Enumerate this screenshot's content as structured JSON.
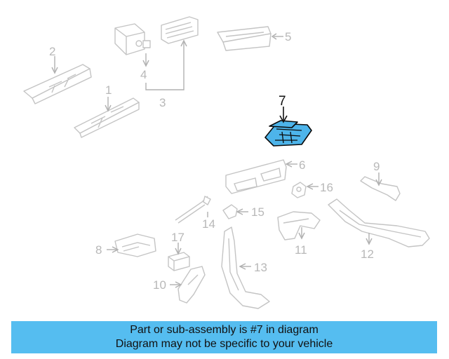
{
  "highlighted_part": "7",
  "callouts": {
    "c1": "1",
    "c2": "2",
    "c3": "3",
    "c4": "4",
    "c5": "5",
    "c6": "6",
    "c7": "7",
    "c8": "8",
    "c9": "9",
    "c10": "10",
    "c11": "11",
    "c12": "12",
    "c13": "13",
    "c14": "14",
    "c15": "15",
    "c16": "16",
    "c17": "17"
  },
  "colors": {
    "highlight": "#4db4ea",
    "banner": "#55bdf0",
    "ghost": "#c4c4c4"
  },
  "banner": {
    "line1": "Part or sub-assembly is #7 in diagram",
    "line2": "Diagram may not be specific to your vehicle"
  }
}
